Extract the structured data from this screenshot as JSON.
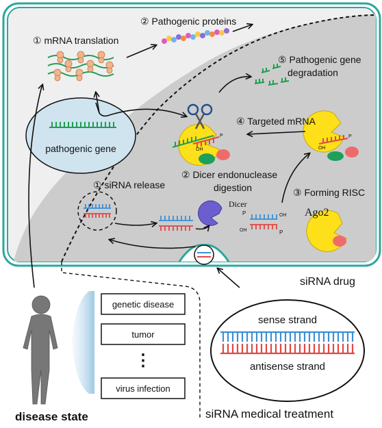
{
  "labels": {
    "mrna_translation": "① mRNA translation",
    "pathogenic_proteins": "② Pathogenic proteins",
    "pathogenic_gene": "pathogenic gene",
    "gene_degradation_line1": "⑤ Pathogenic gene",
    "gene_degradation_line2": "degradation",
    "targeted_mrna": "④ Targeted mRNA",
    "sirna_release": "① siRNA release",
    "dicer_digestion_line1": "② Dicer endonuclease",
    "dicer_digestion_line2": "digestion",
    "forming_risc": "③ Forming RISC",
    "dicer": "Dicer",
    "ago2": "Ago2",
    "oh1": "OH",
    "oh2": "OH",
    "p1": "P",
    "p2": "P",
    "oh3": "OH",
    "p3": "P",
    "oh4": "OH",
    "p4": "P",
    "sirna_drug": "siRNA drug",
    "sense_strand": "sense strand",
    "antisense_strand": "antisense strand",
    "disease_state": "disease state",
    "sirna_treatment": "siRNA medical treatment"
  },
  "diseases": [
    "genetic disease",
    "tumor",
    "virus infection"
  ],
  "ellipsis": "⋮",
  "colors": {
    "cell_border": "#2aa79b",
    "cytoplasm": "#efefef",
    "nucleus_region": "#cccccc",
    "nucleus_blob": "#cfe4ef",
    "strand_blue": "#3a8fd6",
    "strand_red": "#e04848",
    "gene_green": "#1e9e50",
    "ago2_yellow": "#fde01a",
    "dicer_purple": "#6b5fd0",
    "ribosome": "#f2b48a"
  }
}
